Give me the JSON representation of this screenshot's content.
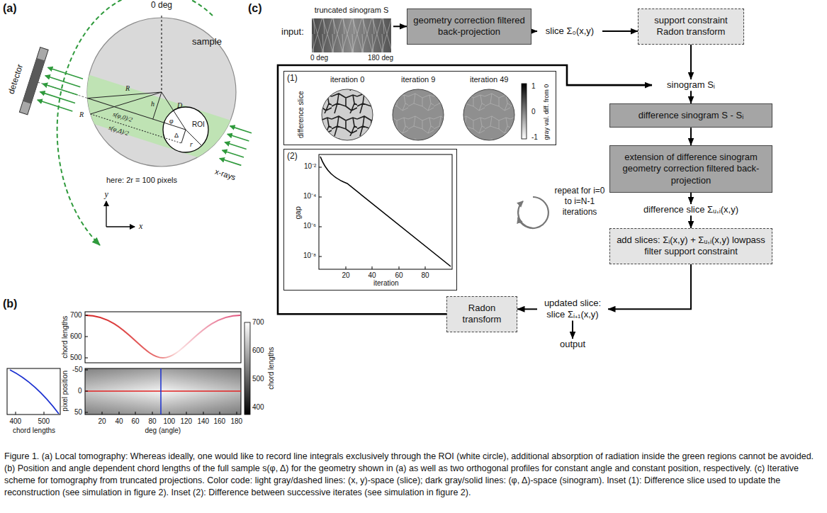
{
  "diagram": {
    "caption": "Figure 1. (a) Local tomography: Whereas ideally, one would like to record line integrals exclusively through the ROI (white circle), additional absorption of radiation inside the green regions cannot be avoided. (b) Position and angle dependent chord lengths of the full sample s(φ, Δ) for the geometry shown in (a) as well as two orthogonal profiles for constant angle and constant position, respectively. (c) Iterative scheme for tomography from truncated projections. Color code: light gray/dashed lines: (x, y)-space (slice); dark gray/solid lines: (φ, Δ)-space (sinogram). Inset (1): Difference slice used to update the reconstruction (see simulation in figure 2). Inset (2): Difference between successive iterates (see simulation in figure 2).",
    "nodes": [
      {
        "text": [
          "truncated sinogram S"
        ]
      },
      {
        "text": [
          "geometry correction filtered back-projection"
        ]
      },
      {
        "text": [
          "slice Σ₀(x,y)"
        ]
      },
      {
        "text": [
          "support constraint Radon transform"
        ]
      },
      {
        "text": [
          "sinogram Sᵢ"
        ]
      },
      {
        "text": [
          "difference sinogram S - Sᵢ"
        ]
      },
      {
        "text": [
          "extension of difference sinogram geometry correction filtered back-projection"
        ]
      },
      {
        "text": [
          "difference slice Σᵤ,ᵢ(x,y)"
        ]
      },
      {
        "text": [
          "add slices: Σᵢ(x,y) + Σᵤ,ᵢ(x,y) lowpass filter support constraint"
        ]
      },
      {
        "text": [
          "updated slice: slice Σᵢ₊₁(x,y)"
        ]
      },
      {
        "text": [
          "output"
        ]
      },
      {
        "text": [
          "Radon transform"
        ]
      },
      {
        "text": [
          "(1)"
        ]
      },
      {
        "text": [
          "(2)"
        ]
      },
      {
        "text": [
          "repeat for i=0 to i=N-1 iterations"
        ]
      }
    ],
    "edges": [
      {
        "from": 0,
        "to": 1,
        "arrow": "to"
      },
      {
        "from": 1,
        "to": 2,
        "arrow": "to"
      },
      {
        "from": 2,
        "to": 3,
        "arrow": "to"
      },
      {
        "from": 3,
        "to": 4,
        "arrow": "to"
      },
      {
        "from": 4,
        "to": 5,
        "arrow": "to"
      },
      {
        "from": 5,
        "to": 6,
        "arrow": "to"
      },
      {
        "from": 6,
        "to": 7,
        "arrow": "to"
      },
      {
        "from": 7,
        "to": 8,
        "arrow": "to"
      },
      {
        "from": 8,
        "to": 9,
        "arrow": "to"
      },
      {
        "from": 9,
        "to": 10,
        "arrow": "to"
      },
      {
        "from": 9,
        "to": 11,
        "arrow": "to"
      },
      {
        "from": 11,
        "to": 4,
        "arrow": "to"
      }
    ],
    "labels": [
      "(a)",
      "0 deg",
      "detector",
      "sample",
      "R",
      "R",
      "h",
      "D",
      "φ",
      "Δ",
      "s(φ,0)/2",
      "s(φ,Δ)/2",
      "ROI",
      "r",
      "x-rays",
      "y",
      "x",
      "here: 2r = 100 pixels",
      "(b)",
      "700",
      "600",
      "500",
      "chord lengths",
      "pixel position",
      "-50",
      "0",
      "50",
      "400",
      "500",
      "chord lengths",
      "20",
      "40",
      "60",
      "80",
      "100",
      "120",
      "140",
      "160",
      "180",
      "deg (angle)",
      "700",
      "600",
      "500",
      "400",
      "chord lengths",
      "(c)",
      "input:",
      "0 deg",
      "180 deg",
      "iteration 0",
      "iteration 9",
      "iteration 49",
      "1",
      "0",
      "-1",
      "gray val. diff. from 0",
      "10⁻²",
      "10⁻⁴",
      "10⁻⁶",
      "10⁻⁸",
      "20",
      "40",
      "60",
      "80",
      "iteration",
      "difference slice",
      "gap"
    ]
  }
}
